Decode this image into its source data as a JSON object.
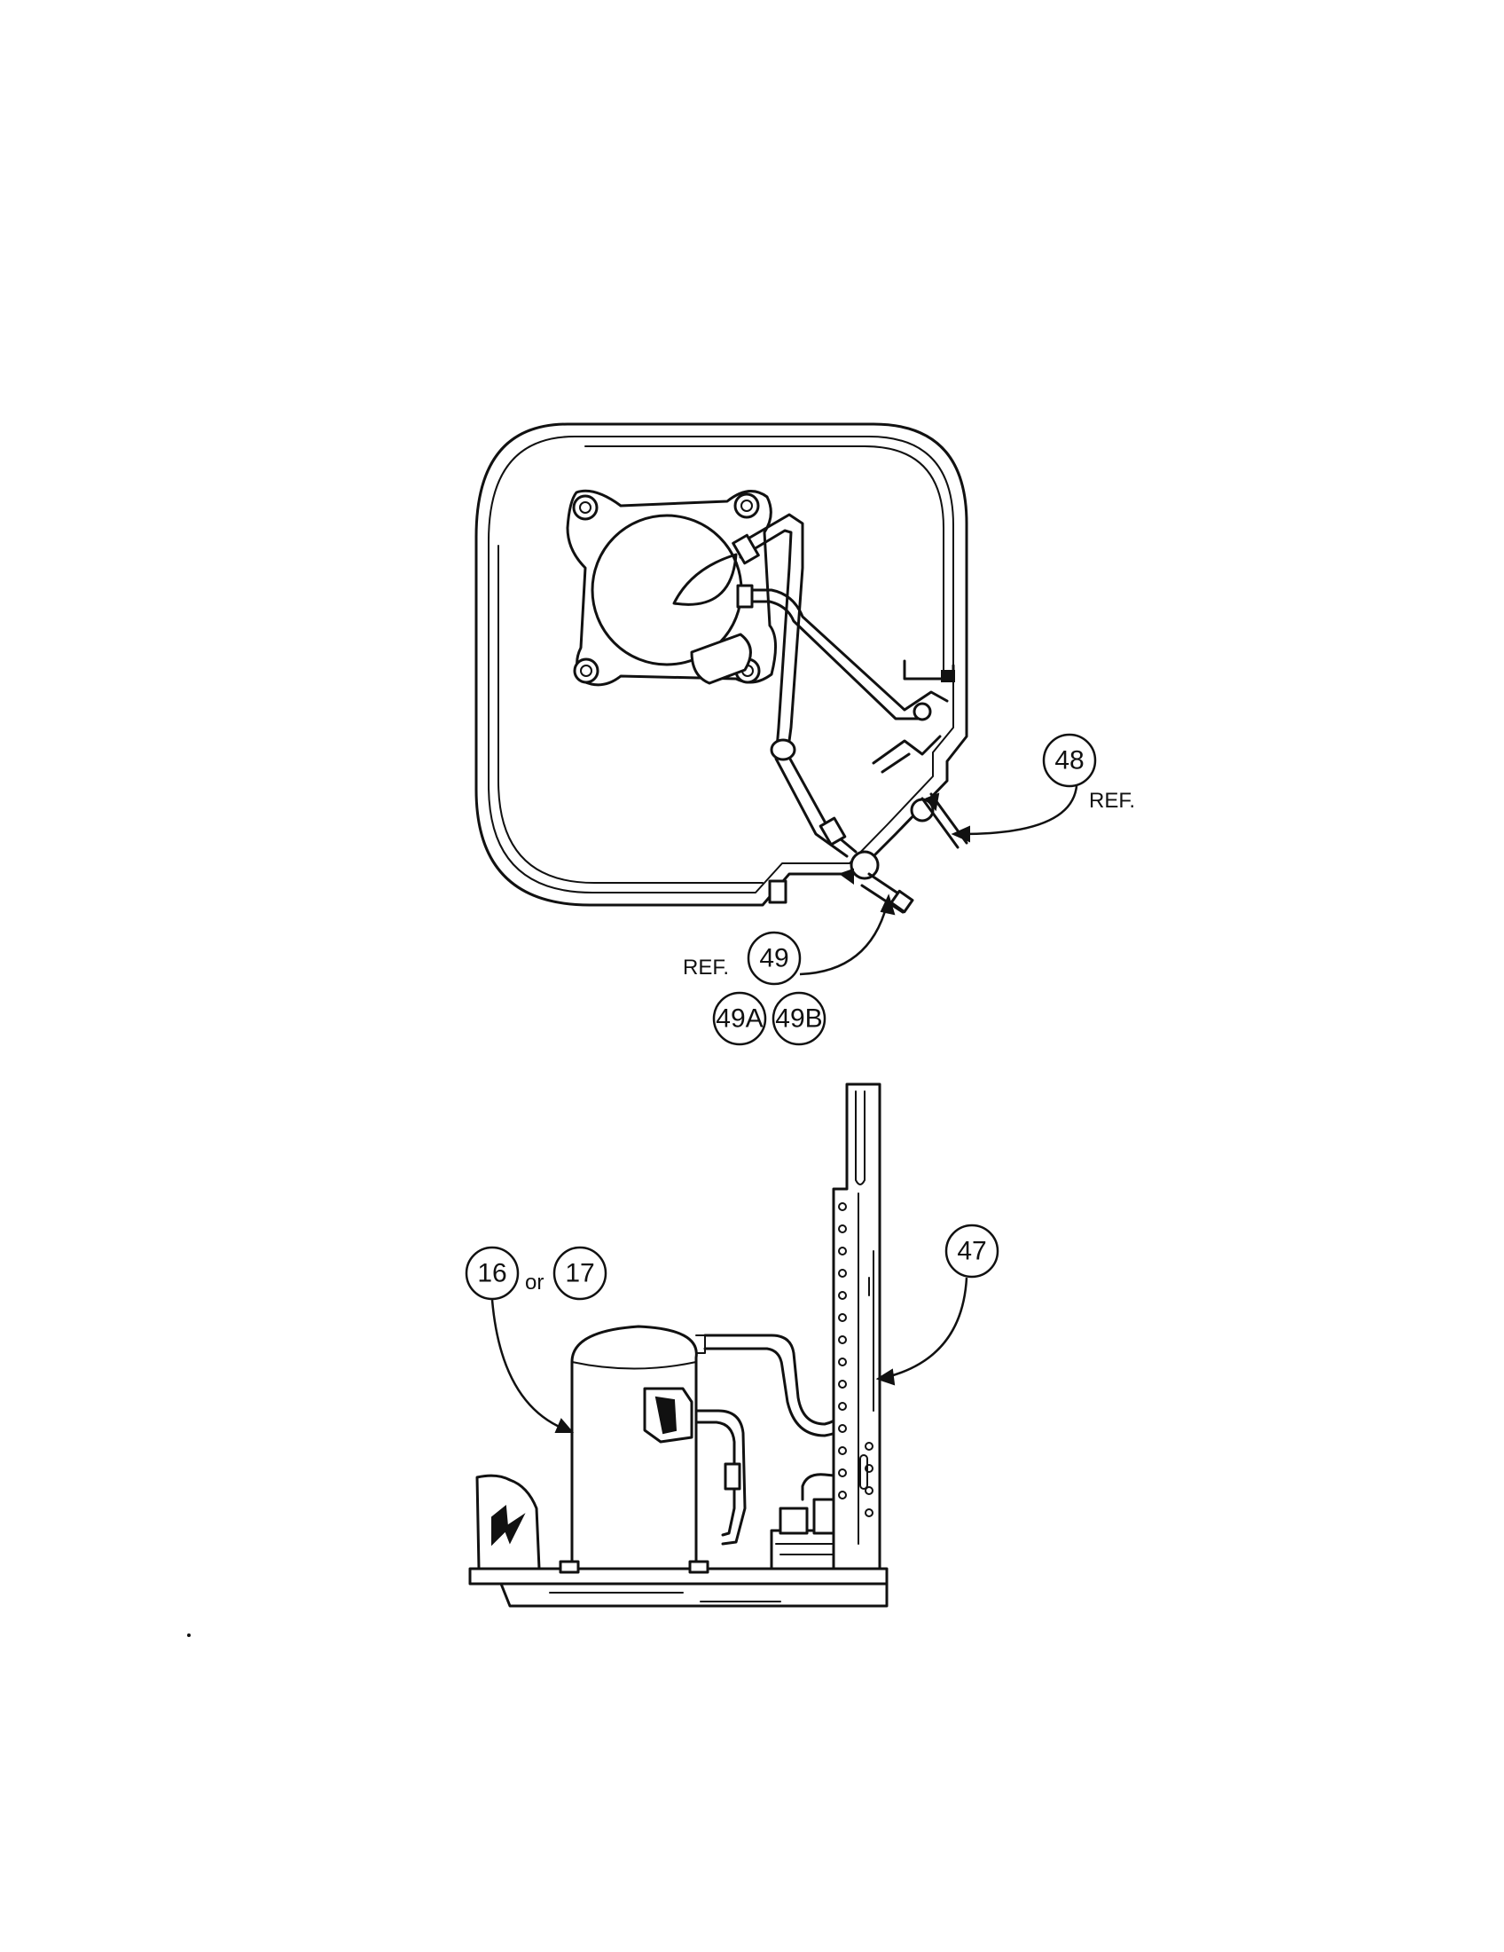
{
  "callouts": {
    "c48": "48",
    "c49": "49",
    "c49a": "49A",
    "c49b": "49B",
    "c47": "47",
    "c16": "16",
    "c17": "17"
  },
  "labels": {
    "ref_48": "REF.",
    "ref_49": "REF.",
    "or_text": "or"
  },
  "colors": {
    "line": "#111111",
    "background": "#ffffff"
  }
}
